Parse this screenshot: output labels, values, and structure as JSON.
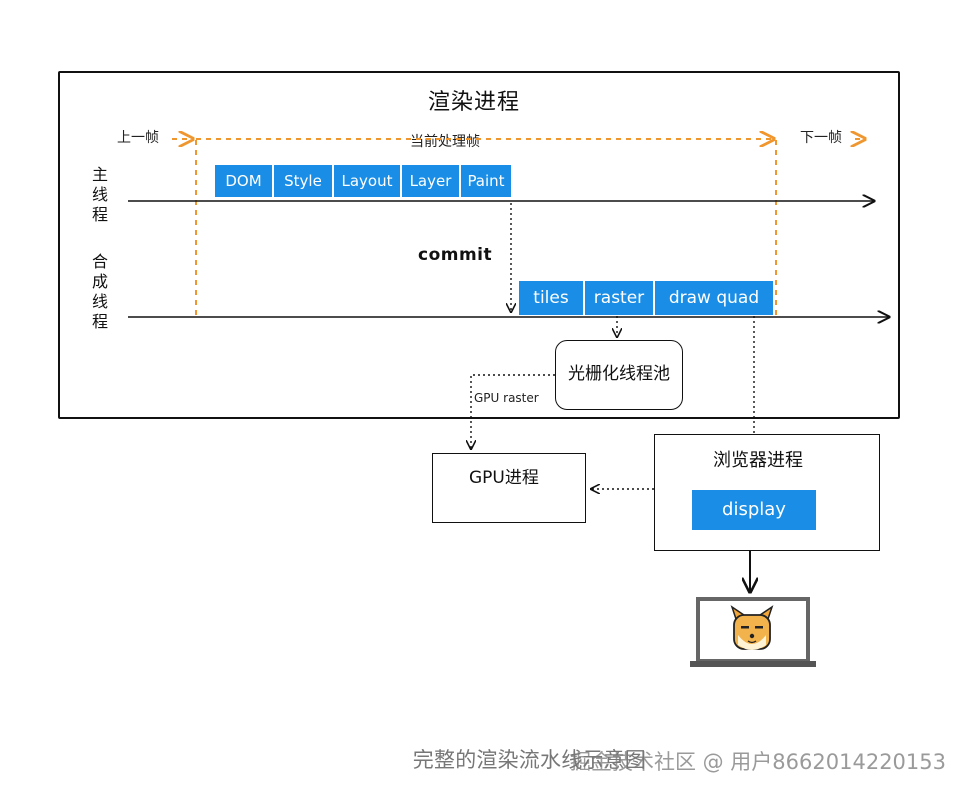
{
  "diagram": {
    "render_process_title": "渲染进程",
    "prev_frame_label": "上一帧",
    "current_frame_label": "当前处理帧",
    "next_frame_label": "下一帧",
    "main_thread_label": "主线程",
    "compositor_thread_label": "合成线程",
    "main_thread_tasks": [
      "DOM",
      "Style",
      "Layout",
      "Layer",
      "Paint"
    ],
    "commit_label": "commit",
    "compositor_tasks": [
      "tiles",
      "raster",
      "draw quad"
    ],
    "raster_pool_label": "光栅化线程池",
    "gpu_raster_label": "GPU raster",
    "gpu_process_label": "GPU进程",
    "browser_process_label": "浏览器进程",
    "display_label": "display",
    "monitor_icon": "shiba-dog-monitor-icon"
  },
  "caption": {
    "text": "完整的渲染流水线示意图",
    "watermark": "掘金技术社区 @ 用户8662014220153"
  },
  "colors": {
    "task_blue": "#1a8ee6",
    "frame_dashed_orange": "#f0962e",
    "line_dark": "#111111"
  }
}
